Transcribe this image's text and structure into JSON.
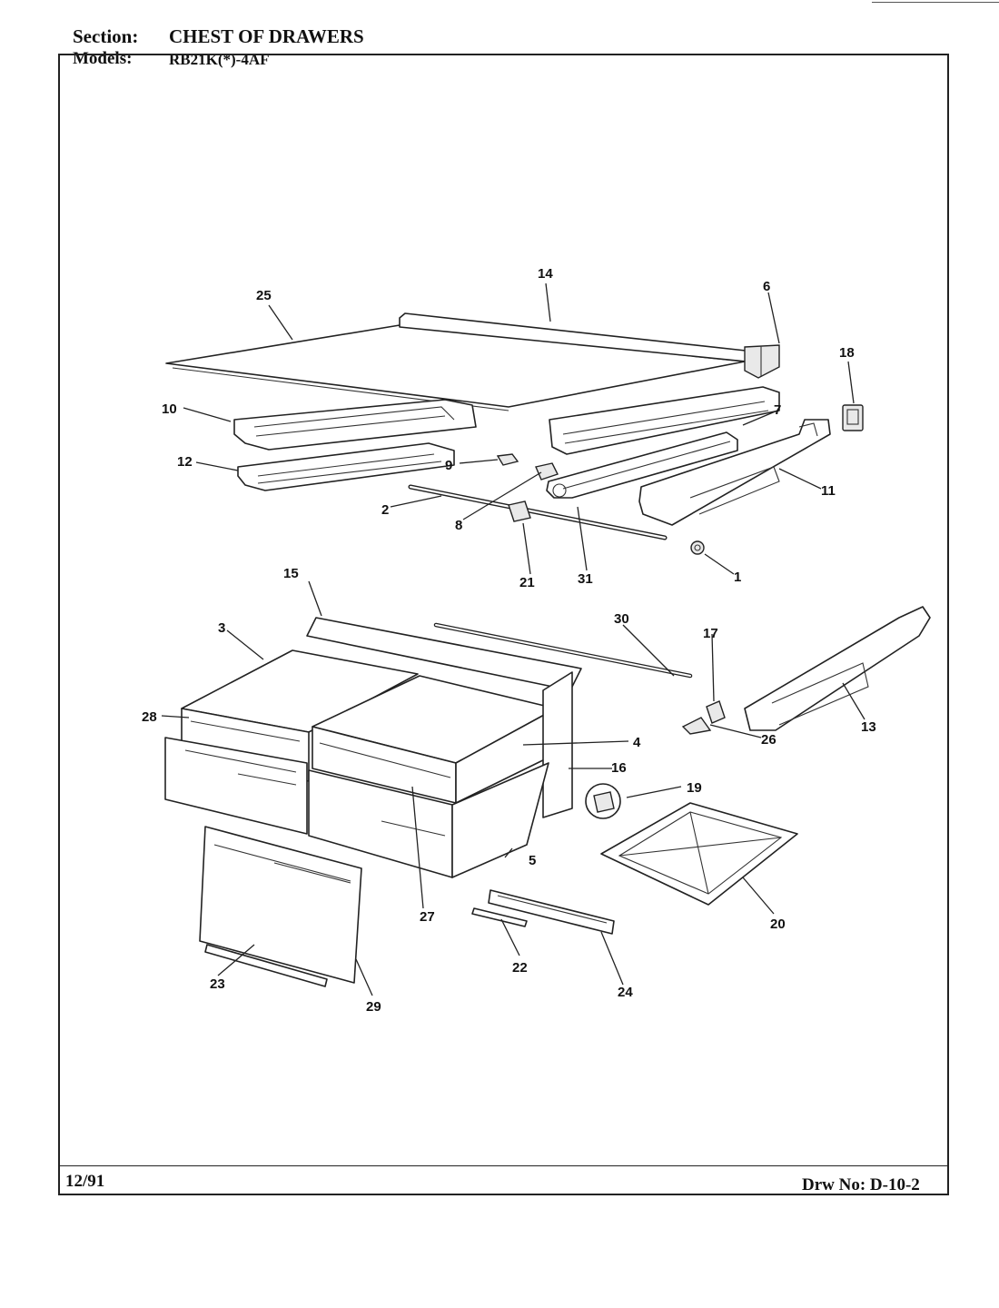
{
  "header": {
    "section_label": "Section:",
    "section_value": "CHEST OF DRAWERS",
    "models_label": "Models:",
    "models_value": "RB21K(*)-4AF"
  },
  "footer": {
    "date": "12/91",
    "drawing_number": "Drw No: D-10-2"
  },
  "callouts": {
    "c1": "1",
    "c2": "2",
    "c3": "3",
    "c4": "4",
    "c5": "5",
    "c6": "6",
    "c7": "7",
    "c8": "8",
    "c9": "9",
    "c10": "10",
    "c11": "11",
    "c12": "12",
    "c13": "13",
    "c14": "14",
    "c15": "15",
    "c16": "16",
    "c17": "17",
    "c18": "18",
    "c19": "19",
    "c20": "20",
    "c21": "21",
    "c22": "22",
    "c23": "23",
    "c24": "24",
    "c25": "25",
    "c26": "26",
    "c27": "27",
    "c28": "28",
    "c29": "29",
    "c30": "30",
    "c31": "31"
  }
}
